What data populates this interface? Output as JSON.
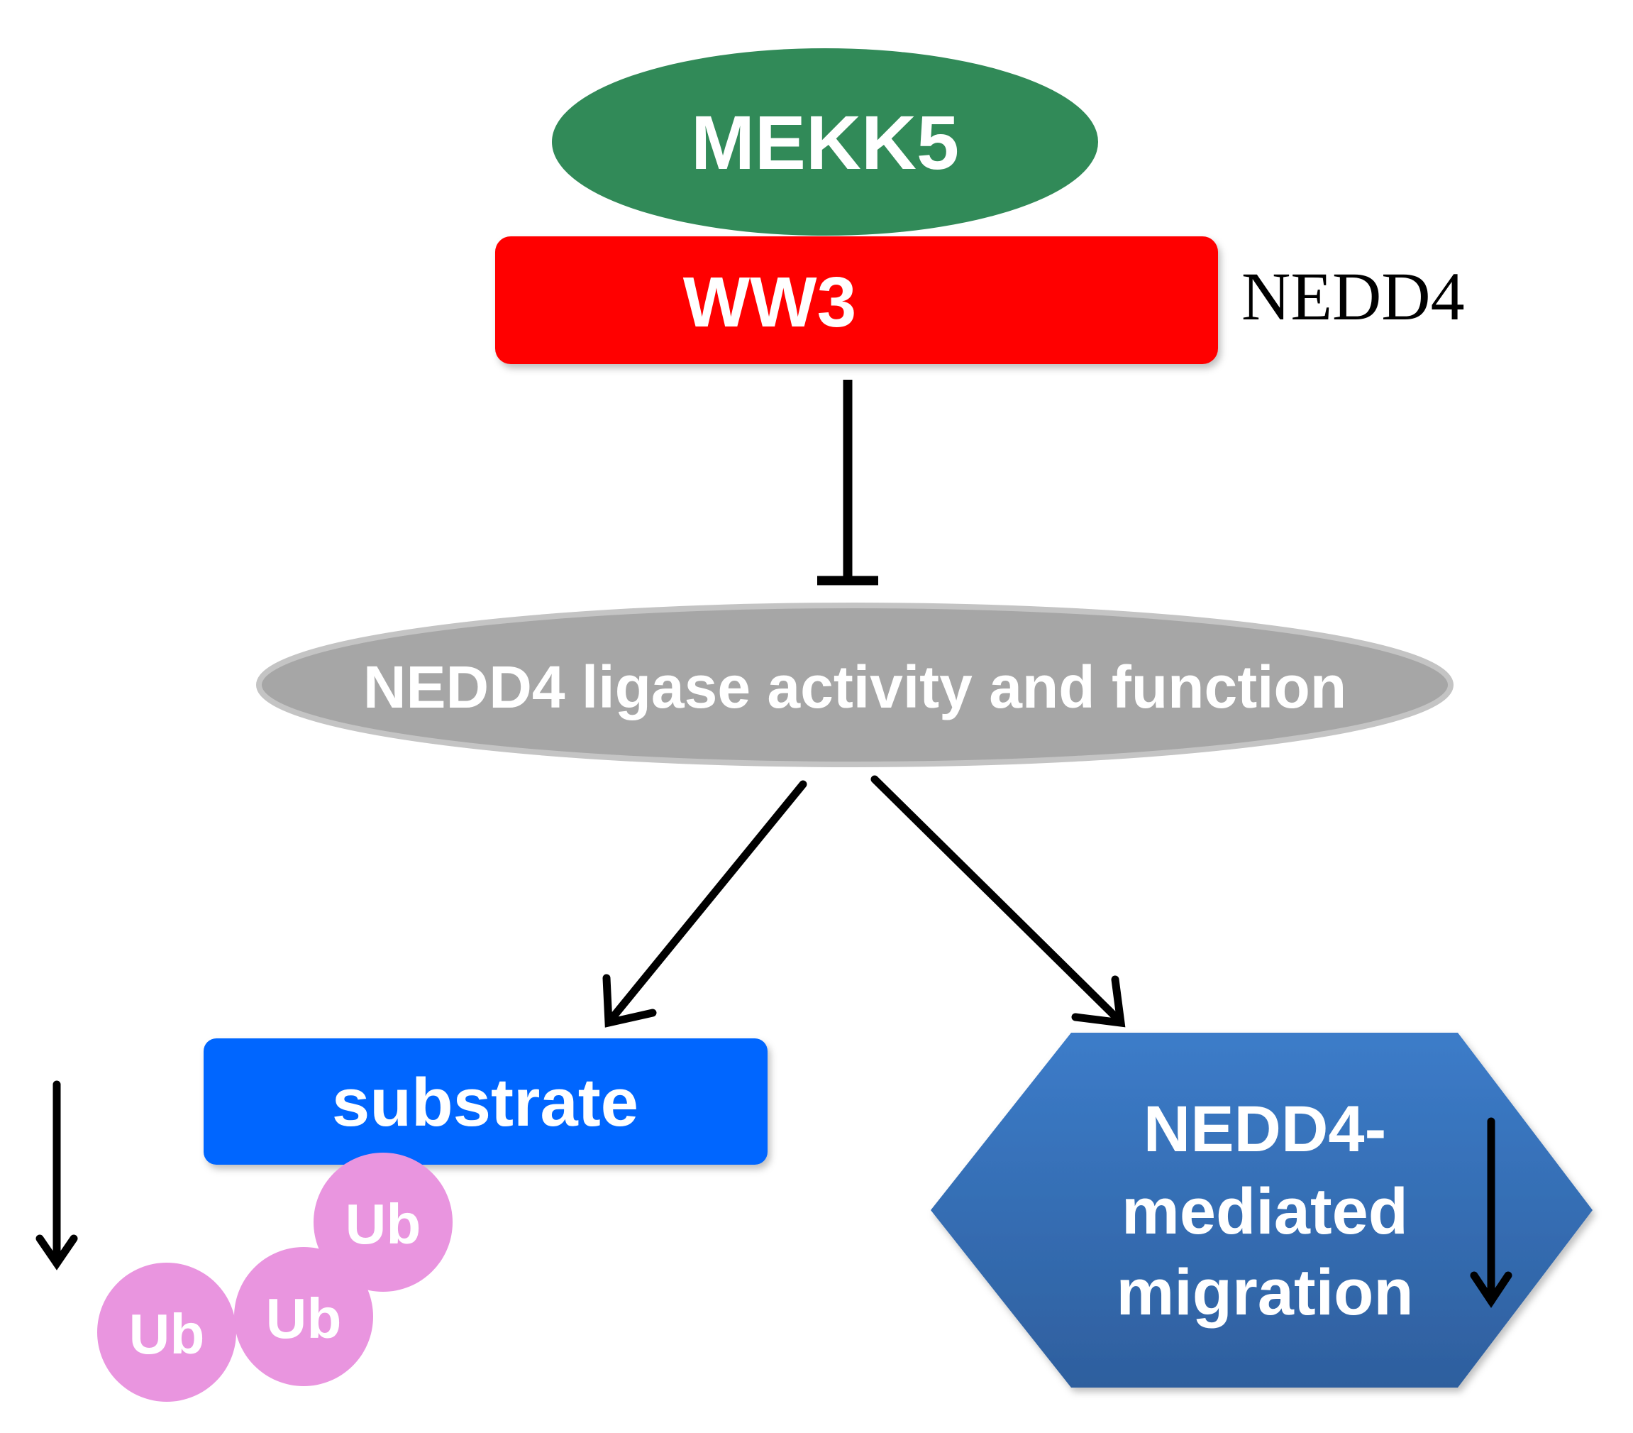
{
  "nodes": {
    "mekk5": {
      "label": "MEKK5",
      "color": "#318a58"
    },
    "ww3": {
      "label": "WW3",
      "color": "#ff0000"
    },
    "nedd4_side_label": {
      "label": "NEDD4"
    },
    "ligase": {
      "label": "NEDD4 ligase activity and function",
      "color": "#a6a6a6"
    },
    "substrate": {
      "label": "substrate",
      "color": "#0066ff"
    },
    "migration": {
      "lines": [
        "NEDD4-",
        "mediated",
        "migration"
      ],
      "color_top": "#3c7cc9",
      "color_bottom": "#2e5f9e"
    },
    "ubiquitin": {
      "label": "Ub",
      "count": 3,
      "color": "#e995df"
    }
  },
  "edges": [
    {
      "from": "ww3",
      "to": "ligase",
      "type": "inhibition"
    },
    {
      "from": "ligase",
      "to": "substrate",
      "type": "activation"
    },
    {
      "from": "ligase",
      "to": "migration",
      "type": "activation"
    }
  ],
  "indicators": [
    {
      "target": "substrate-ubiquitination",
      "direction": "down"
    },
    {
      "target": "migration",
      "direction": "down"
    }
  ]
}
